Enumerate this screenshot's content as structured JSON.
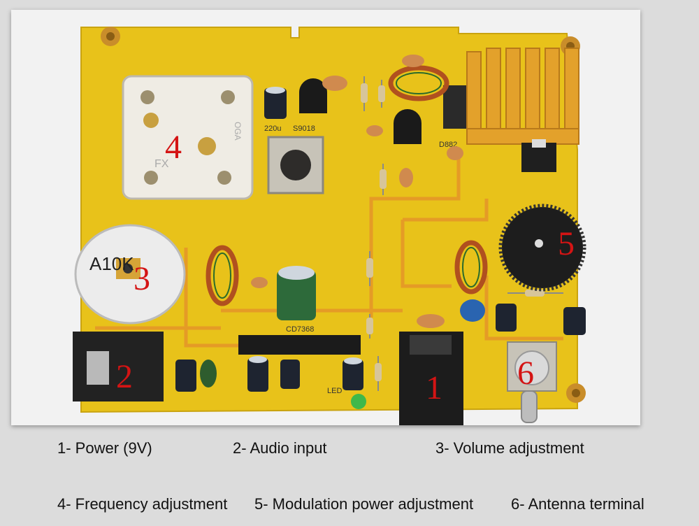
{
  "photo": {
    "board_labels": {
      "potentiometer_value": "A10K",
      "chip_label": "CD7368",
      "transistor_label": "S9018",
      "cap_value": "220u",
      "power_transistor": "D882",
      "led_label": "LED",
      "variable_cap_letters": "FX",
      "variable_cap_letters2": "OGA"
    },
    "markers": [
      "1",
      "2",
      "3",
      "4",
      "5",
      "6"
    ],
    "colors": {
      "pcb": "#e8c21a",
      "heatsink": "#e3a12b",
      "marker": "#d41414"
    }
  },
  "captions": {
    "power": "1- Power (9V)",
    "audio": "2- Audio input",
    "volume": "3- Volume adjustment",
    "frequency": "4- Frequency adjustment",
    "modulation": "5- Modulation power adjustment",
    "antenna": "6- Antenna terminal"
  }
}
